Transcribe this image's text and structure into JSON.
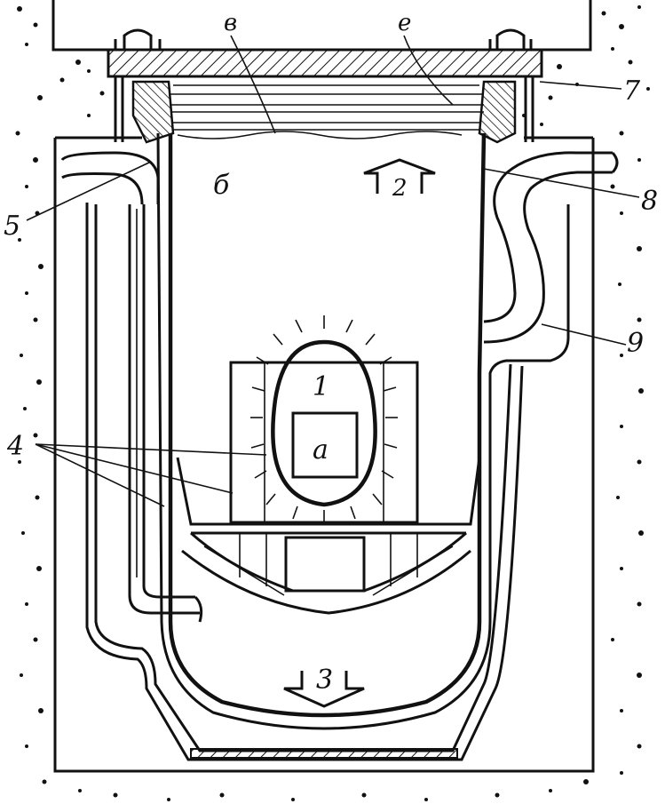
{
  "labels": {
    "core": "1",
    "core_inner": "а",
    "space_b": "б",
    "top_v": "в",
    "top_e": "е",
    "flow_up": "2",
    "flow_down": "3",
    "tubes": "4",
    "left_pipe": "5",
    "cap": "7",
    "right_inlet": "8",
    "loop": "9"
  },
  "colors": {
    "ink": "#111111",
    "paper": "#ffffff"
  }
}
